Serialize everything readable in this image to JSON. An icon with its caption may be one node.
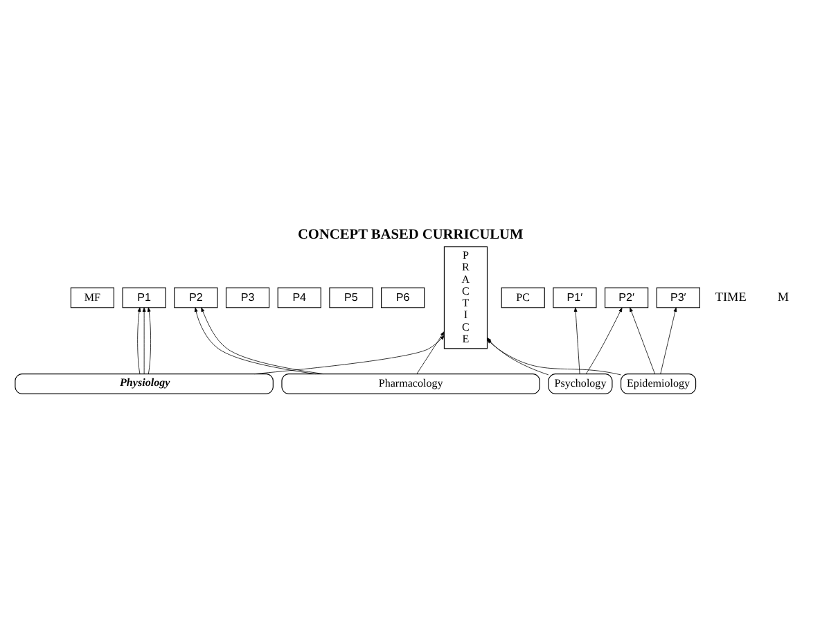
{
  "diagram": {
    "title": "CONCEPT BASED CURRICULUM",
    "nodes": [
      {
        "text": [
          "MF"
        ]
      },
      {
        "text": [
          "P1"
        ]
      },
      {
        "text": [
          "P2"
        ]
      },
      {
        "text": [
          "P3"
        ]
      },
      {
        "text": [
          "P4"
        ]
      },
      {
        "text": [
          "P5"
        ]
      },
      {
        "text": [
          "P6"
        ]
      },
      {
        "text": [
          "P R A C T I C E"
        ]
      },
      {
        "text": [
          "Physiology"
        ]
      },
      {
        "text": [
          "Pharmacology"
        ]
      },
      {
        "text": [
          "PC"
        ]
      },
      {
        "text": [
          "P1′"
        ]
      },
      {
        "text": [
          "P2′"
        ]
      },
      {
        "text": [
          "P3′"
        ]
      },
      {
        "text": [
          "Psychology"
        ]
      },
      {
        "text": [
          "Epidemiology"
        ]
      }
    ],
    "edges": [
      {
        "from": 8,
        "to": 1,
        "arrow": "to"
      },
      {
        "from": 8,
        "to": 1,
        "arrow": "to"
      },
      {
        "from": 8,
        "to": 1,
        "arrow": "to"
      },
      {
        "from": 9,
        "to": 2,
        "arrow": "to"
      },
      {
        "from": 9,
        "to": 2,
        "arrow": "to"
      },
      {
        "from": 8,
        "to": 7,
        "arrow": "to"
      },
      {
        "from": 9,
        "to": 7,
        "arrow": "to"
      },
      {
        "from": 14,
        "to": 7,
        "arrow": "to"
      },
      {
        "from": 15,
        "to": 7,
        "arrow": "to"
      },
      {
        "from": 14,
        "to": 11,
        "arrow": "to"
      },
      {
        "from": 14,
        "to": 12,
        "arrow": "to"
      },
      {
        "from": 15,
        "to": 12,
        "arrow": "to"
      },
      {
        "from": 15,
        "to": 13,
        "arrow": "to"
      }
    ],
    "labels": [
      "TIME",
      "M"
    ]
  }
}
